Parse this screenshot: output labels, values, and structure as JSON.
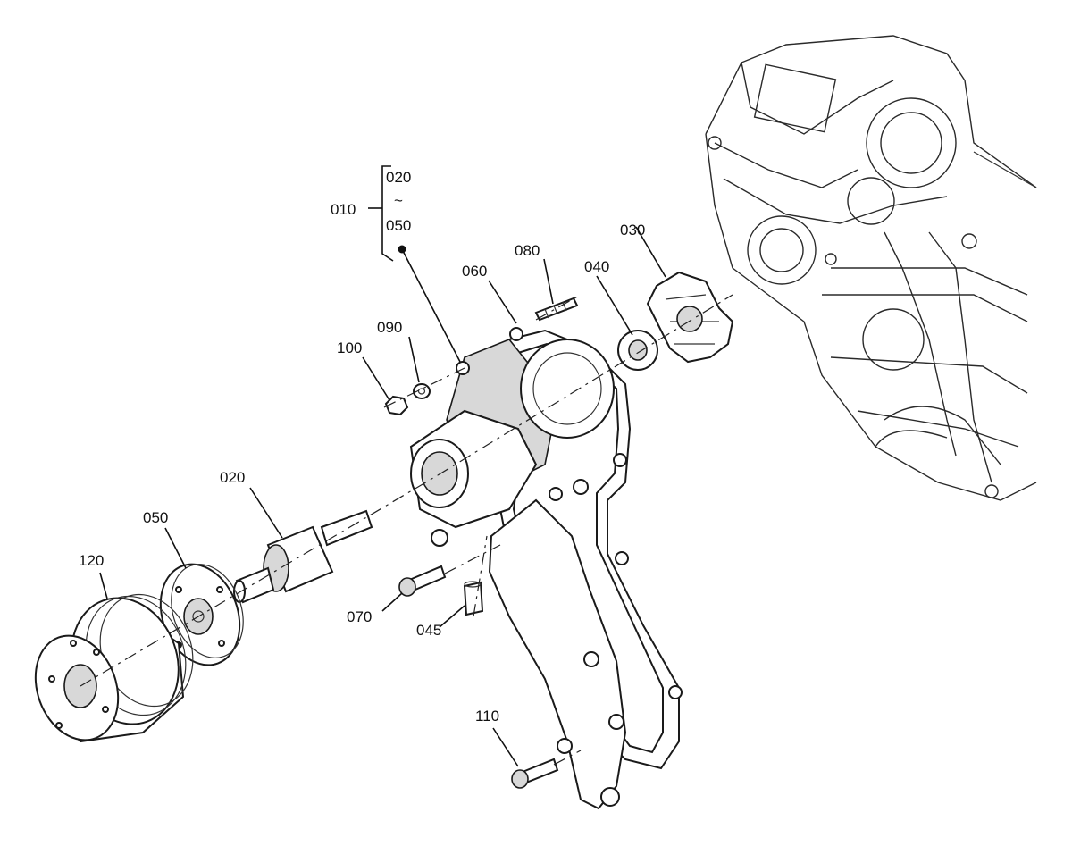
{
  "callouts": {
    "c010": "010",
    "c020a": "020",
    "c_tilde": "~",
    "c050a": "050",
    "c020": "020",
    "c030": "030",
    "c040": "040",
    "c045": "045",
    "c050": "050",
    "c060": "060",
    "c070": "070",
    "c080": "080",
    "c090": "090",
    "c100": "100",
    "c110": "110",
    "c120": "120"
  }
}
